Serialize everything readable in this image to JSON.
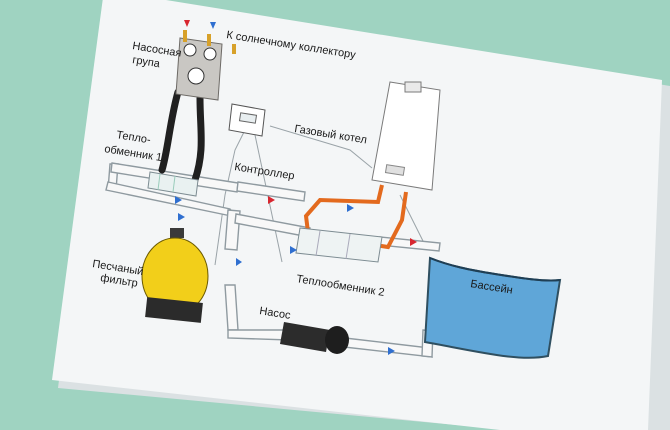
{
  "labels": {
    "pump_group_line1": "Насосная",
    "pump_group_line2": "група",
    "to_solar_collector": "К солнечному коллектору",
    "heat_exchanger_1_line1": "Тепло-",
    "heat_exchanger_1_line2": "обменник 1",
    "controller": "Контроллер",
    "gas_boiler": "Газовый котел",
    "sand_filter_line1": "Песчаный",
    "sand_filter_line2": "фильтр",
    "heat_exchanger_2": "Теплообменник 2",
    "pool": "Бассейн",
    "pump": "Насос"
  },
  "colors": {
    "background": "#9fd3c1",
    "sheet": "#f4f6f7",
    "pipe_fill": "#f8f8f8",
    "pipe_outline": "#8f9aa0",
    "hot_pipe": "#e36a1e",
    "black_pipe": "#202020",
    "filter_yellow": "#f2cf1a",
    "pool_water": "#5fa6d8",
    "arrow_red": "#d8262f",
    "arrow_blue": "#2f6fd0",
    "signal_line": "#9aa3a8"
  },
  "icons": [
    "pump-group-icon",
    "controller-icon",
    "gas-boiler-icon",
    "heat-exchanger-icon",
    "sand-filter-icon",
    "pump-icon",
    "pool-icon",
    "flow-arrow-icon"
  ]
}
